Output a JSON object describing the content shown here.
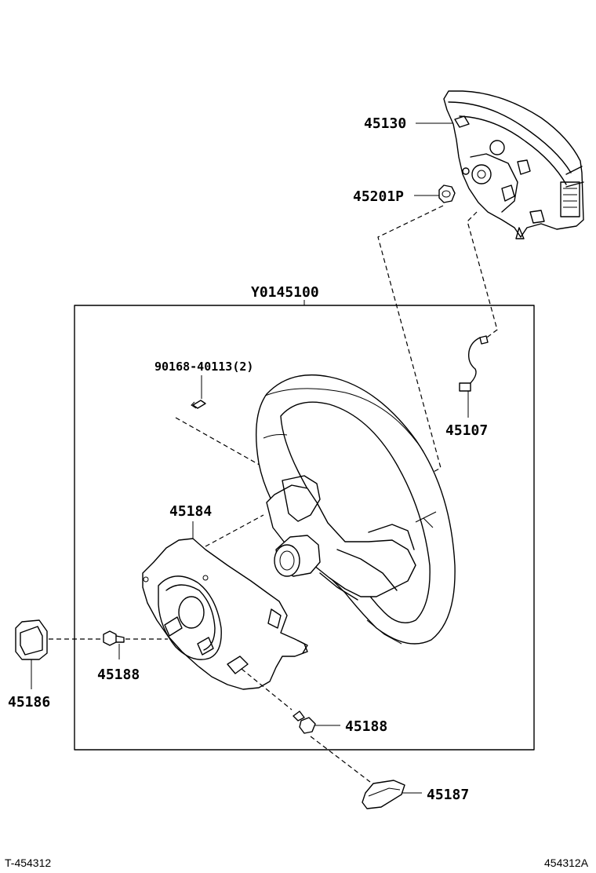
{
  "assembly": {
    "label": "Y0145100"
  },
  "parts": {
    "p45130": "45130",
    "p45201p": "45201P",
    "p90168": "90168-40113(2)",
    "p45107": "45107",
    "p45184": "45184",
    "p45188a": "45188",
    "p45186": "45186",
    "p45188b": "45188",
    "p45187": "45187"
  },
  "footer": {
    "left": "T-454312",
    "right": "454312A"
  }
}
